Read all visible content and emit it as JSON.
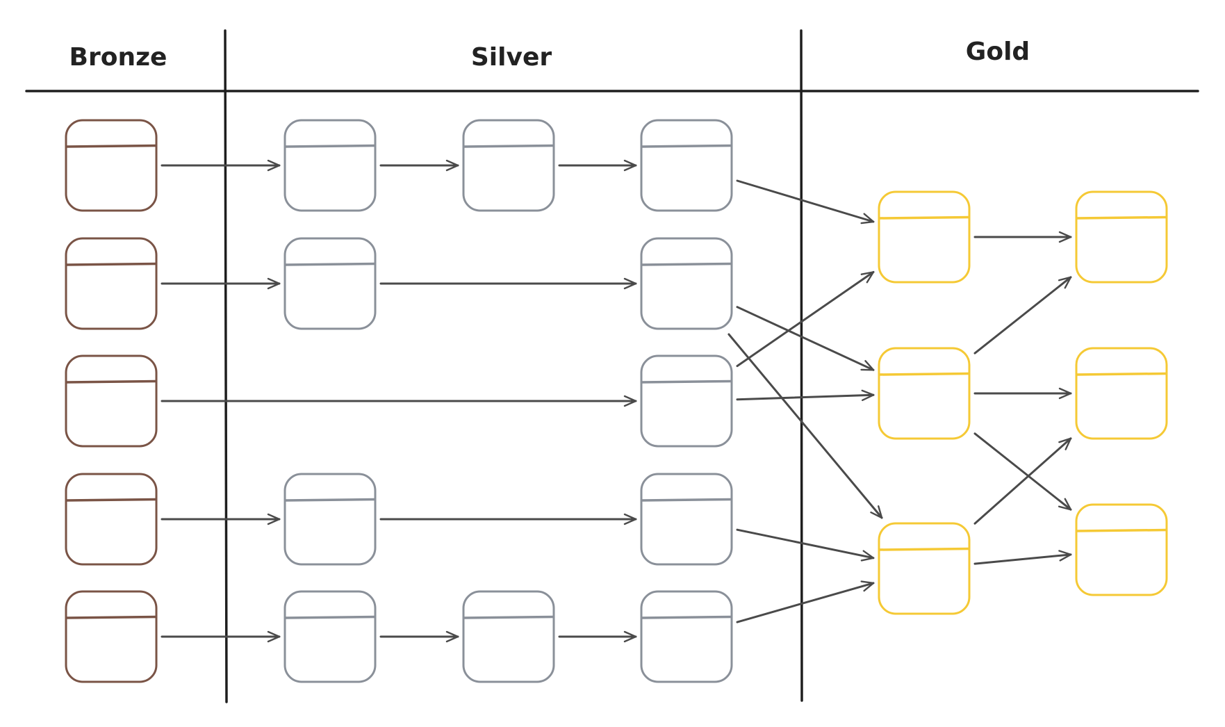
{
  "headers": {
    "bronze": "Bronze",
    "silver": "Silver",
    "gold": "Gold"
  },
  "colors": {
    "bronze": "#7a5446",
    "silver": "#8a9099",
    "gold": "#f5c935",
    "line": "#4a4a4a",
    "divider": "#1e1e1e"
  },
  "diagram": {
    "layers": [
      "bronze",
      "silver",
      "gold"
    ],
    "nodes": [
      {
        "id": "b1",
        "layer": "bronze"
      },
      {
        "id": "b2",
        "layer": "bronze"
      },
      {
        "id": "b3",
        "layer": "bronze"
      },
      {
        "id": "b4",
        "layer": "bronze"
      },
      {
        "id": "b5",
        "layer": "bronze"
      },
      {
        "id": "s1a",
        "layer": "silver"
      },
      {
        "id": "s1b",
        "layer": "silver"
      },
      {
        "id": "s1c",
        "layer": "silver"
      },
      {
        "id": "s2a",
        "layer": "silver"
      },
      {
        "id": "s2c",
        "layer": "silver"
      },
      {
        "id": "s3c",
        "layer": "silver"
      },
      {
        "id": "s4a",
        "layer": "silver"
      },
      {
        "id": "s4c",
        "layer": "silver"
      },
      {
        "id": "s5a",
        "layer": "silver"
      },
      {
        "id": "s5b",
        "layer": "silver"
      },
      {
        "id": "s5c",
        "layer": "silver"
      },
      {
        "id": "g1",
        "layer": "gold"
      },
      {
        "id": "g2",
        "layer": "gold"
      },
      {
        "id": "g3",
        "layer": "gold"
      },
      {
        "id": "g4",
        "layer": "gold"
      },
      {
        "id": "g5",
        "layer": "gold"
      },
      {
        "id": "g6",
        "layer": "gold"
      }
    ],
    "edges": [
      [
        "b1",
        "s1a"
      ],
      [
        "s1a",
        "s1b"
      ],
      [
        "s1b",
        "s1c"
      ],
      [
        "s1c",
        "g1"
      ],
      [
        "b2",
        "s2a"
      ],
      [
        "s2a",
        "s2c"
      ],
      [
        "s2c",
        "g2"
      ],
      [
        "s2c",
        "g3"
      ],
      [
        "b3",
        "s3c"
      ],
      [
        "s3c",
        "g1"
      ],
      [
        "s3c",
        "g2"
      ],
      [
        "b4",
        "s4a"
      ],
      [
        "s4a",
        "s4c"
      ],
      [
        "s4c",
        "g3"
      ],
      [
        "b5",
        "s5a"
      ],
      [
        "s5a",
        "s5b"
      ],
      [
        "s5b",
        "s5c"
      ],
      [
        "s5c",
        "g3"
      ],
      [
        "g1",
        "g4"
      ],
      [
        "g2",
        "g4"
      ],
      [
        "g2",
        "g5"
      ],
      [
        "g2",
        "g6"
      ],
      [
        "g3",
        "g5"
      ],
      [
        "g3",
        "g6"
      ]
    ]
  }
}
